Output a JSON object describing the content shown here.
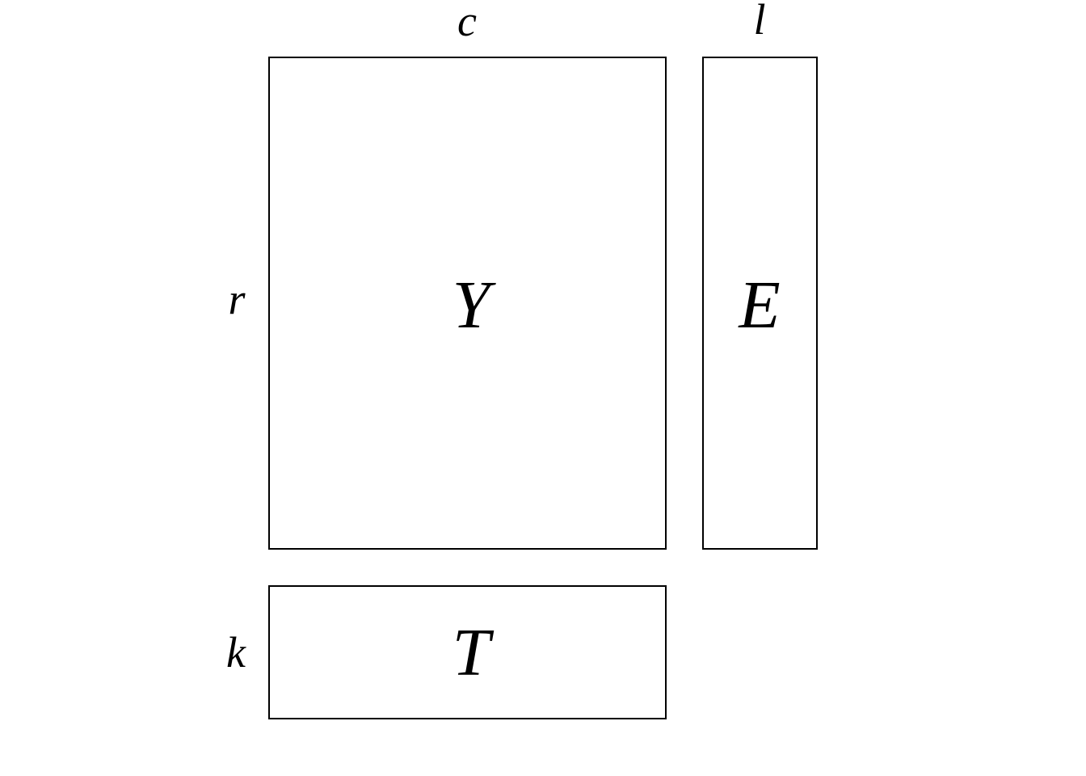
{
  "matrices": {
    "Y": "Y",
    "E": "E",
    "T": "T"
  },
  "dimensions": {
    "c": "c",
    "l": "l",
    "r": "r",
    "k": "k"
  }
}
